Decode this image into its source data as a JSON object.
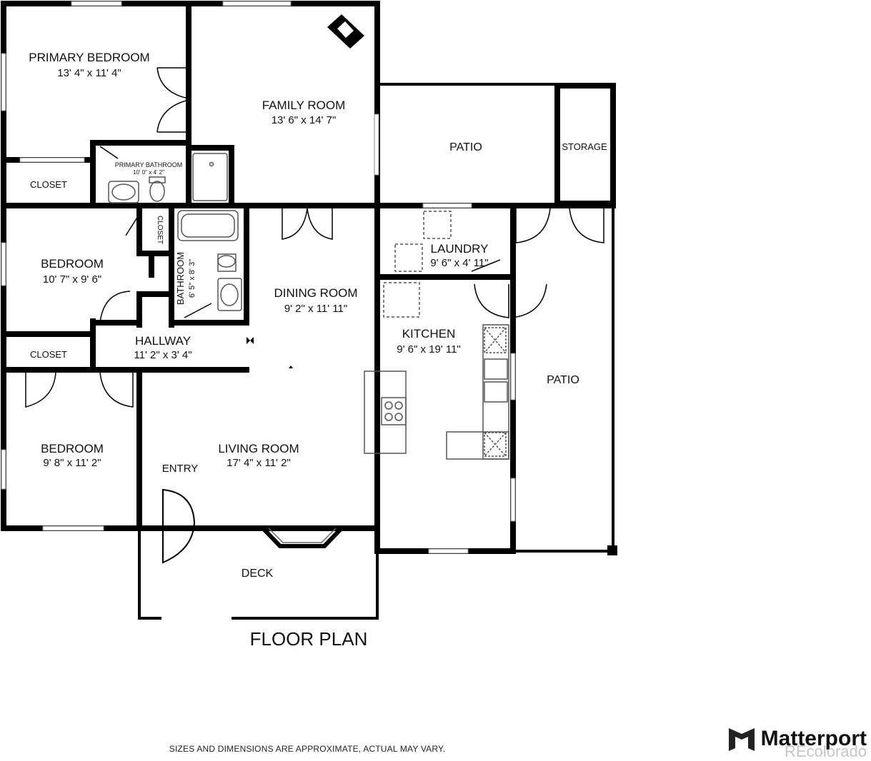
{
  "rooms": {
    "primary_bedroom": {
      "name": "PRIMARY BEDROOM",
      "dims": "13' 4\" x 11' 4\""
    },
    "family_room": {
      "name": "FAMILY ROOM",
      "dims": "13' 6\" x 14' 7\""
    },
    "patio_top": {
      "name": "PATIO"
    },
    "storage": {
      "name": "STORAGE"
    },
    "primary_bathroom": {
      "name": "PRIMARY BATHROOM",
      "dims": "10' 0\" x 4' 2\""
    },
    "closet_top": {
      "name": "CLOSET"
    },
    "bedroom_mid": {
      "name": "BEDROOM",
      "dims": "10' 7\" x 9' 6\""
    },
    "closet_small": {
      "name": "CLOSET"
    },
    "bathroom": {
      "name": "BATHROOM",
      "dims": "6' 5\" x 8' 3\""
    },
    "dining_room": {
      "name": "DINING ROOM",
      "dims": "9' 2\" x 11' 11\""
    },
    "laundry": {
      "name": "LAUNDRY",
      "dims": "9' 6\" x 4' 11\""
    },
    "kitchen": {
      "name": "KITCHEN",
      "dims": "9' 6\" x 19' 11\""
    },
    "hallway": {
      "name": "HALLWAY",
      "dims": "11' 2\" x 3' 4\""
    },
    "closet_mid": {
      "name": "CLOSET"
    },
    "patio_right": {
      "name": "PATIO"
    },
    "bedroom_low": {
      "name": "BEDROOM",
      "dims": "9' 8\" x 11' 2\""
    },
    "entry": {
      "name": "ENTRY"
    },
    "living_room": {
      "name": "LIVING ROOM",
      "dims": "17' 4\" x 11' 2\""
    },
    "deck": {
      "name": "DECK"
    }
  },
  "plan_title": "FLOOR PLAN",
  "footer_note": "SIZES AND DIMENSIONS ARE APPROXIMATE, ACTUAL MAY VARY.",
  "brand": {
    "name": "Matterport",
    "logo_icon": "matterport-logo-icon"
  },
  "watermark": "REcolorado",
  "colors": {
    "wall": "#000000",
    "fixture": "#555555",
    "window": "#888888"
  }
}
